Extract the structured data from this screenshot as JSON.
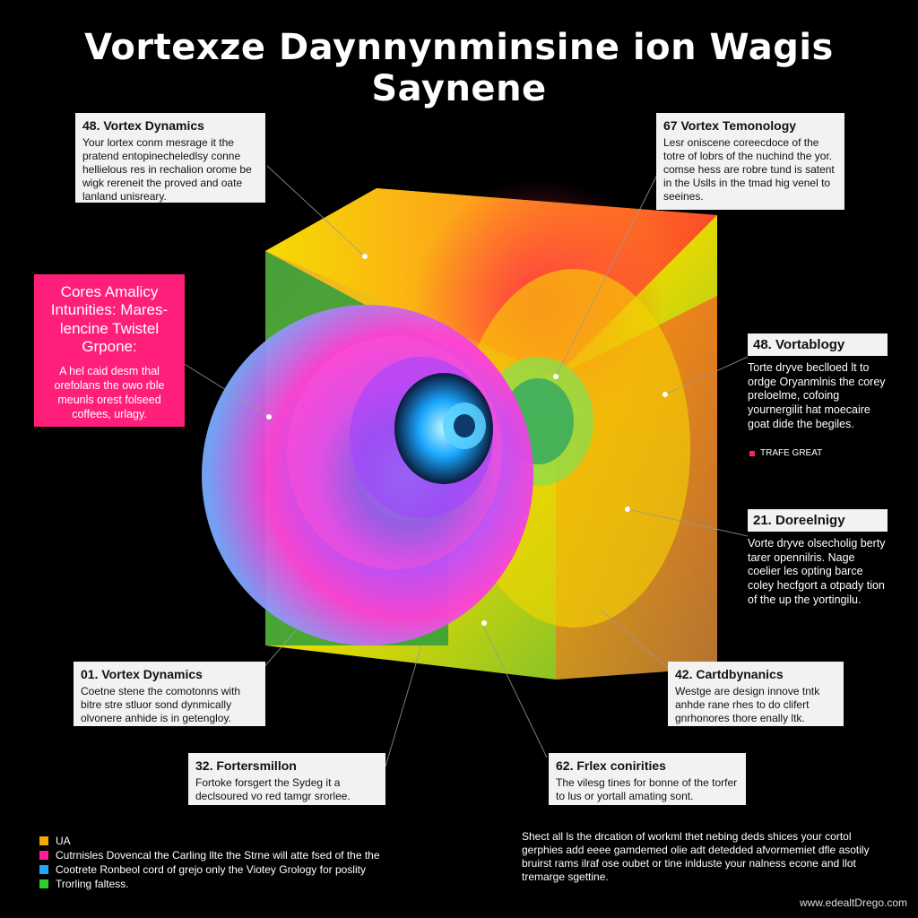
{
  "title": "Vortexze Daynnynminsine ion Wagis Saynene",
  "callouts": {
    "c1": {
      "head": "48. Vortex Dynamics",
      "body": "Your lortex conm mesrage it the pratend entopinecheledlsy conne hellielous res in rechalion orome be wigk rereneit the proved and oate lanland unisreary."
    },
    "c2": {
      "head": "67 Vortex Temonology",
      "body": "Lesr oniscene coreecdoce of the totre of lobrs of the nuchind the yor. comse hess are robre tund is satent in the Uslls in the tmad hig venel to seeines."
    },
    "c3": {
      "head": "48. Vortablogy",
      "body": "Torte dryve beclloed lt to ordge Oryanmlnis the corey preloelme, cofoing yournergilit hat moecaire goat dide the begiles."
    },
    "c4": {
      "head": "21. Doreelnigy",
      "body": "Vorte dryve olsecholig berty tarer opennilris. Nage coelier les opting barce coley hecfgort a otpady tion of the up the yortingilu."
    },
    "c5": {
      "head": "01. Vortex Dynamics",
      "body": "Coetne stene the comotonns with bitre stre stluor sond dynmically olvonere anhide is in getengloy."
    },
    "c6": {
      "head": "42. Cartdbynanics",
      "body": "Westge are design innove tntk anhde rane rhes to do clifert gnrhonores thore enally ltk."
    },
    "c7": {
      "head": "32. Fortersmillon",
      "body": "Fortoke forsgert the Sydeg it a declsoured vo red tamgr srorlee."
    },
    "c8": {
      "head": "62. Frlex conirities",
      "body": "The vilesg tines for bonne of the torfer to lus or yortall amating sont."
    }
  },
  "pink_panel": {
    "head": "Cores Amalicy Intunities: Mares-lencine Twistel Grpone:",
    "body": "A hel caid desm thal orefolans the owo rble meunls orest folseed coffees, urlagy."
  },
  "tag": "TRAFE GREAT",
  "legend": [
    {
      "color": "#f5a800",
      "text": "UA"
    },
    {
      "color": "#ff1f9a",
      "text": "Cutrnisles Dovencal the Carling llte the Strne will atte fsed of the the"
    },
    {
      "color": "#1fa8ff",
      "text": "Cootrete Ronbeol cord of grejo only the Viotey Grology for poslity"
    },
    {
      "color": "#2ecc2e",
      "text": "Trorling faltess."
    }
  ],
  "footnote": "Shect all ls the drcation of workml thet nebing deds shices your cortol gerphies add eeee gamdemed olie adt detedded afvormemiet dfle asotily bruirst rams ilraf ose oubet or tine inlduste your nalness econe and llot tremarge sgettine.",
  "brand": "www.edealtDrego.com",
  "colors": {
    "accent_pink": "#ff1f7a",
    "panel": "#f2f2f2",
    "background": "#000000"
  }
}
